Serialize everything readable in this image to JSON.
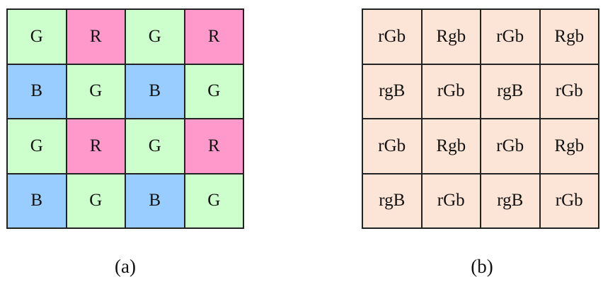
{
  "colors": {
    "G": "#ccffcc",
    "R": "#ff99cc",
    "B": "#99ccff",
    "b_cell": "#fce4d6"
  },
  "panel_a": {
    "caption": "(a)",
    "cells": [
      [
        "G",
        "R",
        "G",
        "R"
      ],
      [
        "B",
        "G",
        "B",
        "G"
      ],
      [
        "G",
        "R",
        "G",
        "R"
      ],
      [
        "B",
        "G",
        "B",
        "G"
      ]
    ]
  },
  "panel_b": {
    "caption": "(b)",
    "cells": [
      [
        "rGb",
        "Rgb",
        "rGb",
        "Rgb"
      ],
      [
        "rgB",
        "rGb",
        "rgB",
        "rGb"
      ],
      [
        "rGb",
        "Rgb",
        "rGb",
        "Rgb"
      ],
      [
        "rgB",
        "rGb",
        "rgB",
        "rGb"
      ]
    ]
  }
}
